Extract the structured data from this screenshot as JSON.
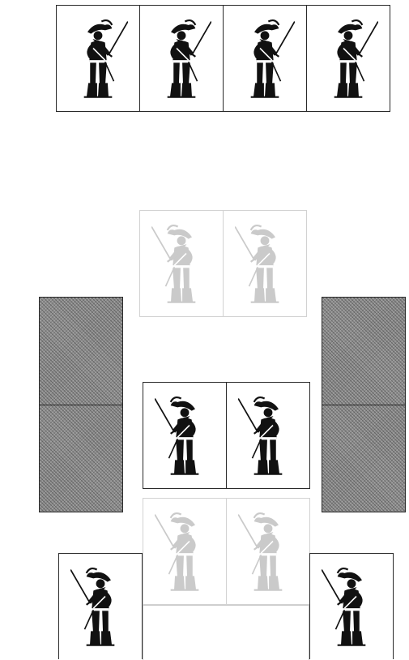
{
  "colors": {
    "ink": "#111111",
    "card_border": "#2a2a2a",
    "ghost_border": "#d2d2d2",
    "back_fill": "#8c8c8c"
  },
  "icons": {
    "card_face": "musketeer-icon",
    "card_back": "card-back-pattern"
  },
  "board": {
    "deck_strip": {
      "count": 4,
      "face": "musketeer"
    },
    "ghost_top": {
      "count": 2,
      "face": "musketeer",
      "state": "faded"
    },
    "left_stack": {
      "count": 2,
      "face": "back"
    },
    "right_stack": {
      "count": 2,
      "face": "back"
    },
    "center_pair": {
      "count": 2,
      "face": "musketeer"
    },
    "ghost_bottom": {
      "count": 2,
      "face": "musketeer",
      "state": "faded"
    },
    "corner_cards": {
      "count": 2,
      "face": "musketeer"
    }
  }
}
